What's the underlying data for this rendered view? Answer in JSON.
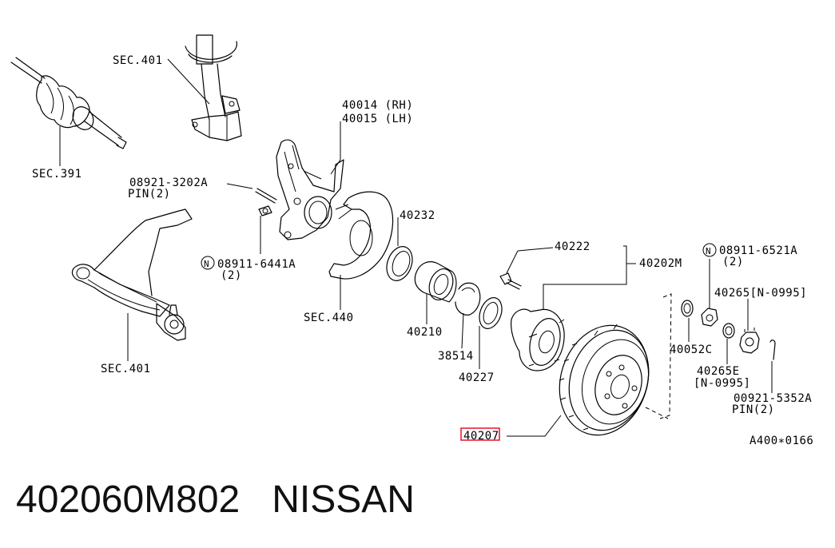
{
  "labels": {
    "sec401_top": "SEC.401",
    "sec391": "SEC.391",
    "p40014": "40014 (RH)",
    "p40015": "40015 (LH)",
    "p08921_3202a": "08921-3202A",
    "pin2_left": "PIN(2)",
    "n_left": "N",
    "p08911_6441a": "08911-6441A",
    "qty2_left": "(2)",
    "p40232": "40232",
    "sec440": "SEC.440",
    "sec401_bottom": "SEC.401",
    "p40210": "40210",
    "p38514": "38514",
    "p40227": "40227",
    "p40222": "40222",
    "p40202m": "40202M",
    "n_right": "N",
    "p08911_6521a": "08911-6521A",
    "qty2_right": "(2)",
    "p40265_n0995": "40265[N-0995]",
    "p40052c": "40052C",
    "p40265e": "40265E",
    "n0995": "[N-0995]",
    "p00921_5352a": "00921-5352A",
    "pin2_right": "PIN(2)",
    "p40207": "40207",
    "ref": "A400∗0166"
  },
  "caption": "402060M802   NISSAN",
  "highlight_color": "#e8102a"
}
